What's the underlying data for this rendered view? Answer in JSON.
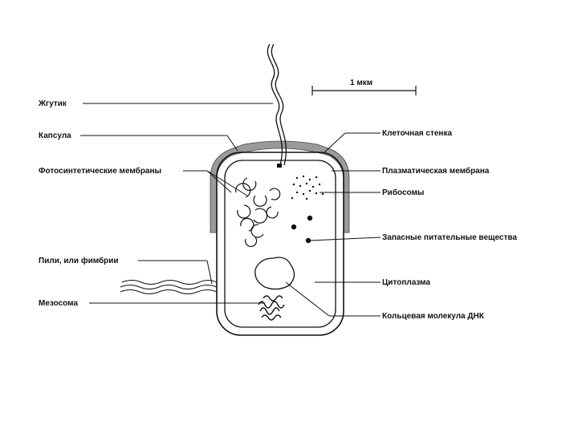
{
  "diagram": {
    "scale_label": "1 мкм",
    "labels": {
      "flagellum": "Жгутик",
      "capsule": "Капсула",
      "photosynthetic_membranes": "Фотосинтетические мембраны",
      "pili": "Пили, или фимбрии",
      "mesosome": "Мезосома",
      "cell_wall": "Клеточная стенка",
      "plasma_membrane": "Плазматическая мембрана",
      "ribosomes": "Рибосомы",
      "storage": "Запасные питательные вещества",
      "cytoplasm": "Цитоплазма",
      "dna": "Кольцевая молекула ДНК"
    },
    "colors": {
      "ink": "#111111",
      "capsule_fill": "#9a9a9a",
      "background": "#ffffff"
    }
  }
}
